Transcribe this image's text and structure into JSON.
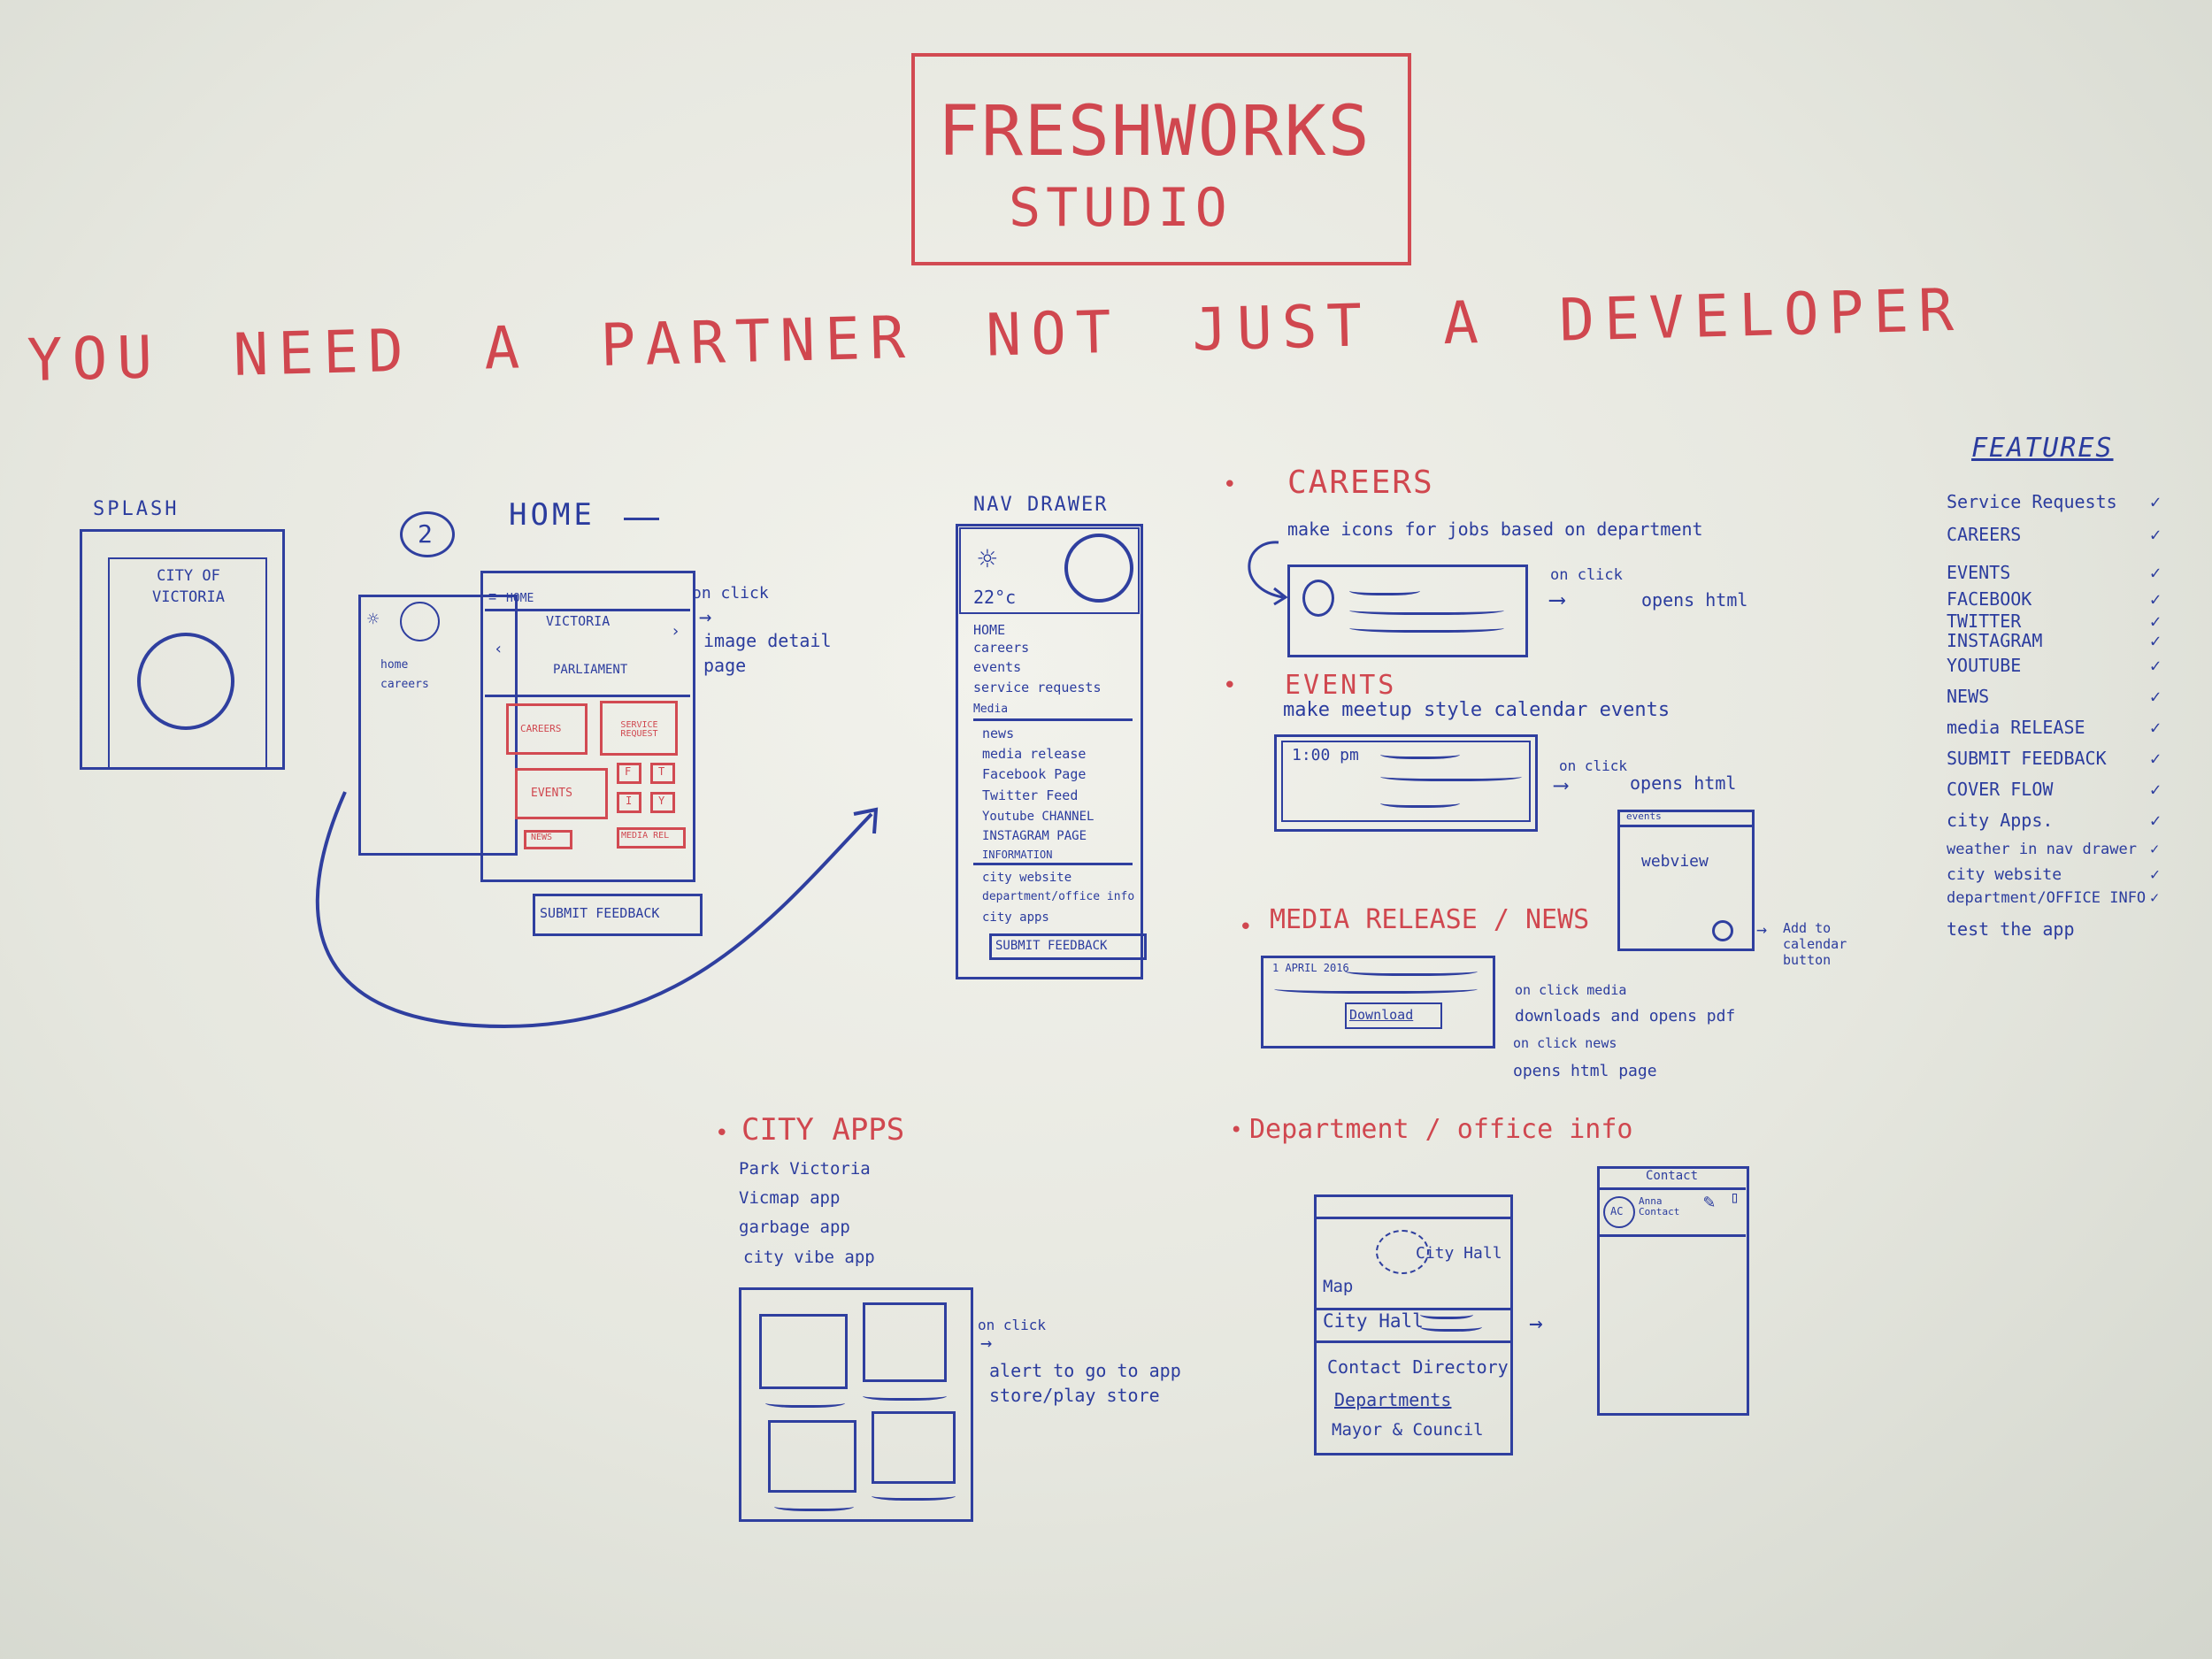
{
  "title": {
    "line1": "FRESHWORKS",
    "line2": "STUDIO"
  },
  "headline": "YOU NEED A PARTNER NOT JUST A DEVELOPER",
  "splash": {
    "label": "SPLASH",
    "city": "CITY OF VICTORIA"
  },
  "home": {
    "number": "2",
    "label": "HOME",
    "menu_header": "HOME",
    "title": "VICTORIA",
    "subtitle": "PARLIAMENT",
    "drawer_items": [
      "home",
      "careers"
    ],
    "tiles": [
      "CAREERS",
      "SERVICE REQUEST",
      "EVENTS"
    ],
    "social": [
      "F",
      "T",
      "I",
      "Y"
    ],
    "bottom": [
      "NEWS",
      "MEDIA REL"
    ],
    "feedback": "SUBMIT FEEDBACK",
    "note_click": "on click",
    "note_detail": "image detail page"
  },
  "nav_drawer": {
    "label": "NAV DRAWER",
    "temp": "22°c",
    "items_top": [
      "HOME",
      "careers",
      "events",
      "service requests"
    ],
    "media_label": "Media",
    "media_items": [
      "news",
      "media release",
      "Facebook Page",
      "Twitter Feed",
      "Youtube CHANNEL",
      "INSTAGRAM PAGE"
    ],
    "info_label": "INFORMATION",
    "info_items": [
      "city website",
      "department/office info",
      "city apps"
    ],
    "feedback": "SUBMIT FEEDBACK"
  },
  "careers": {
    "heading": "CAREERS",
    "note": "make icons for jobs based on department",
    "click": "on click",
    "action": "opens html"
  },
  "events": {
    "heading": "EVENTS",
    "note": "make meetup style calendar events",
    "time": "1:00 pm",
    "click": "on click",
    "action": "opens html",
    "webview_header": "events",
    "webview": "webview",
    "add_note": "Add to calendar button"
  },
  "media": {
    "heading": "MEDIA RELEASE / NEWS",
    "date": "1 APRIL 2016",
    "download": "Download",
    "click_media": "on click media",
    "action_media": "downloads and opens pdf",
    "click_news": "on click news",
    "action_news": "opens html page"
  },
  "city_apps": {
    "heading": "CITY APPS",
    "apps": [
      "Park Victoria",
      "Vicmap app",
      "garbage app",
      "city vibe app"
    ],
    "click": "on click",
    "action": "alert to go to app store/play store"
  },
  "department": {
    "heading": "Department / office info",
    "map_label": "Map",
    "city_hall_marker": "City Hall",
    "city_hall": "City Hall",
    "rows": [
      "Contact Directory",
      "Departments",
      "Mayor & Council"
    ],
    "contact_header": "Contact",
    "avatar": "AC",
    "contact_name": "Anna Contact"
  },
  "features": {
    "heading": "FEATURES",
    "items": [
      {
        "label": "Service Requests",
        "check": "✓"
      },
      {
        "label": "CAREERS",
        "check": "✓"
      },
      {
        "label": "EVENTS",
        "check": "✓"
      },
      {
        "label": "FACEBOOK",
        "check": "✓"
      },
      {
        "label": "TWITTER",
        "check": "✓"
      },
      {
        "label": "INSTAGRAM",
        "check": "✓"
      },
      {
        "label": "YOUTUBE",
        "check": "✓"
      },
      {
        "label": "NEWS",
        "check": "✓"
      },
      {
        "label": "media RELEASE",
        "check": "✓"
      },
      {
        "label": "SUBMIT FEEDBACK",
        "check": "✓"
      },
      {
        "label": "COVER FLOW",
        "check": "✓"
      },
      {
        "label": "city Apps.",
        "check": "✓"
      },
      {
        "label": "weather in nav drawer",
        "check": "✓"
      },
      {
        "label": "city website",
        "check": "✓"
      },
      {
        "label": "department/OFFICE INFO",
        "check": "✓"
      },
      {
        "label": "test the app",
        "check": ""
      }
    ]
  },
  "colors": {
    "red_marker": "#d0474f",
    "blue_marker": "#2b3c9e",
    "board": "#ecede6"
  }
}
